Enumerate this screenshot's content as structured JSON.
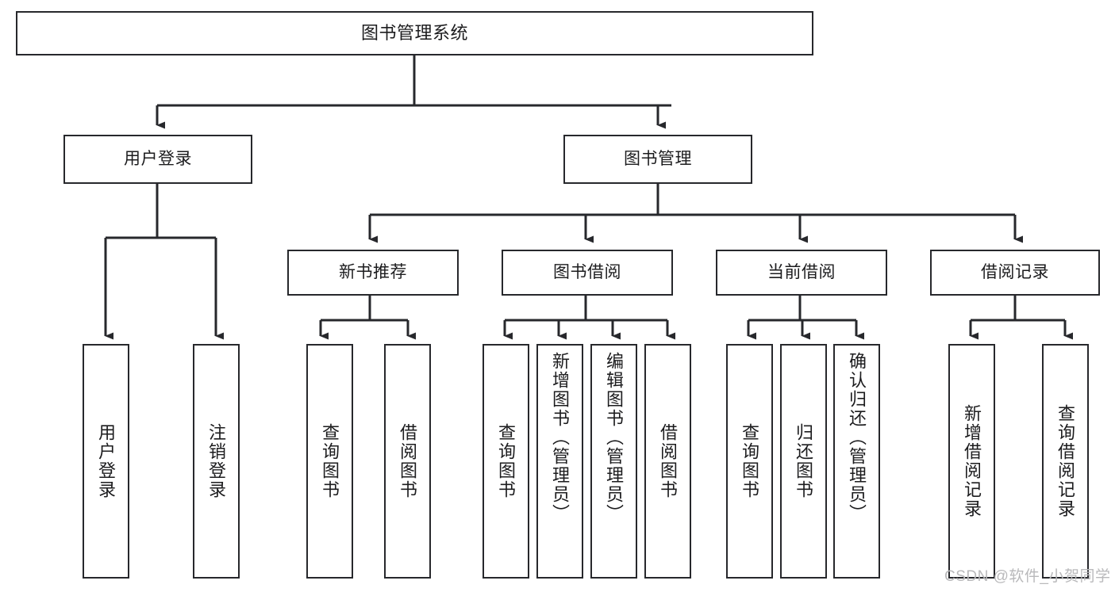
{
  "diagram": {
    "title": "图书管理系统",
    "type": "functional-structure-tree",
    "orientation": "top-down",
    "colors": {
      "node_border": "#27282c",
      "node_fill": "#ffffff",
      "edge": "#27282c",
      "text": "#1c1c1e",
      "watermark": "#b9b9bb",
      "background": "#ffffff"
    },
    "levels": [
      {
        "level": 0,
        "nodes": [
          {
            "id": "root",
            "label": "图书管理系统",
            "orientation": "horizontal"
          }
        ]
      },
      {
        "level": 1,
        "nodes": [
          {
            "id": "login",
            "label": "用户登录",
            "orientation": "horizontal",
            "parent": "root"
          },
          {
            "id": "bookmgmt",
            "label": "图书管理",
            "orientation": "horizontal",
            "parent": "root"
          }
        ]
      },
      {
        "level": 2,
        "nodes": [
          {
            "id": "newbook",
            "label": "新书推荐",
            "orientation": "horizontal",
            "parent": "bookmgmt"
          },
          {
            "id": "borrow",
            "label": "图书借阅",
            "orientation": "horizontal",
            "parent": "bookmgmt"
          },
          {
            "id": "current",
            "label": "当前借阅",
            "orientation": "horizontal",
            "parent": "bookmgmt"
          },
          {
            "id": "records",
            "label": "借阅记录",
            "orientation": "horizontal",
            "parent": "bookmgmt"
          }
        ]
      },
      {
        "level": 3,
        "nodes": [
          {
            "id": "leaf-login-1",
            "label": "用户登录",
            "orientation": "vertical",
            "parent": "login"
          },
          {
            "id": "leaf-login-2",
            "label": "注销登录",
            "orientation": "vertical",
            "parent": "login"
          },
          {
            "id": "leaf-newbook-1",
            "label": "查询图书",
            "orientation": "vertical",
            "parent": "newbook"
          },
          {
            "id": "leaf-newbook-2",
            "label": "借阅图书",
            "orientation": "vertical",
            "parent": "newbook"
          },
          {
            "id": "leaf-borrow-1",
            "label": "查询图书",
            "orientation": "vertical",
            "parent": "borrow"
          },
          {
            "id": "leaf-borrow-2",
            "label": "新增图书（管理员）",
            "orientation": "vertical",
            "parent": "borrow"
          },
          {
            "id": "leaf-borrow-3",
            "label": "编辑图书（管理员）",
            "orientation": "vertical",
            "parent": "borrow"
          },
          {
            "id": "leaf-borrow-4",
            "label": "借阅图书",
            "orientation": "vertical",
            "parent": "borrow"
          },
          {
            "id": "leaf-current-1",
            "label": "查询图书",
            "orientation": "vertical",
            "parent": "current"
          },
          {
            "id": "leaf-current-2",
            "label": "归还图书",
            "orientation": "vertical",
            "parent": "current"
          },
          {
            "id": "leaf-current-3",
            "label": "确认归还（管理员）",
            "orientation": "vertical",
            "parent": "current"
          },
          {
            "id": "leaf-records-1",
            "label": "新增借阅记录",
            "orientation": "vertical",
            "parent": "records"
          },
          {
            "id": "leaf-records-2",
            "label": "查询借阅记录",
            "orientation": "vertical",
            "parent": "records"
          }
        ]
      }
    ]
  },
  "watermark": {
    "text": "CSDN @软件_小贺同学"
  }
}
